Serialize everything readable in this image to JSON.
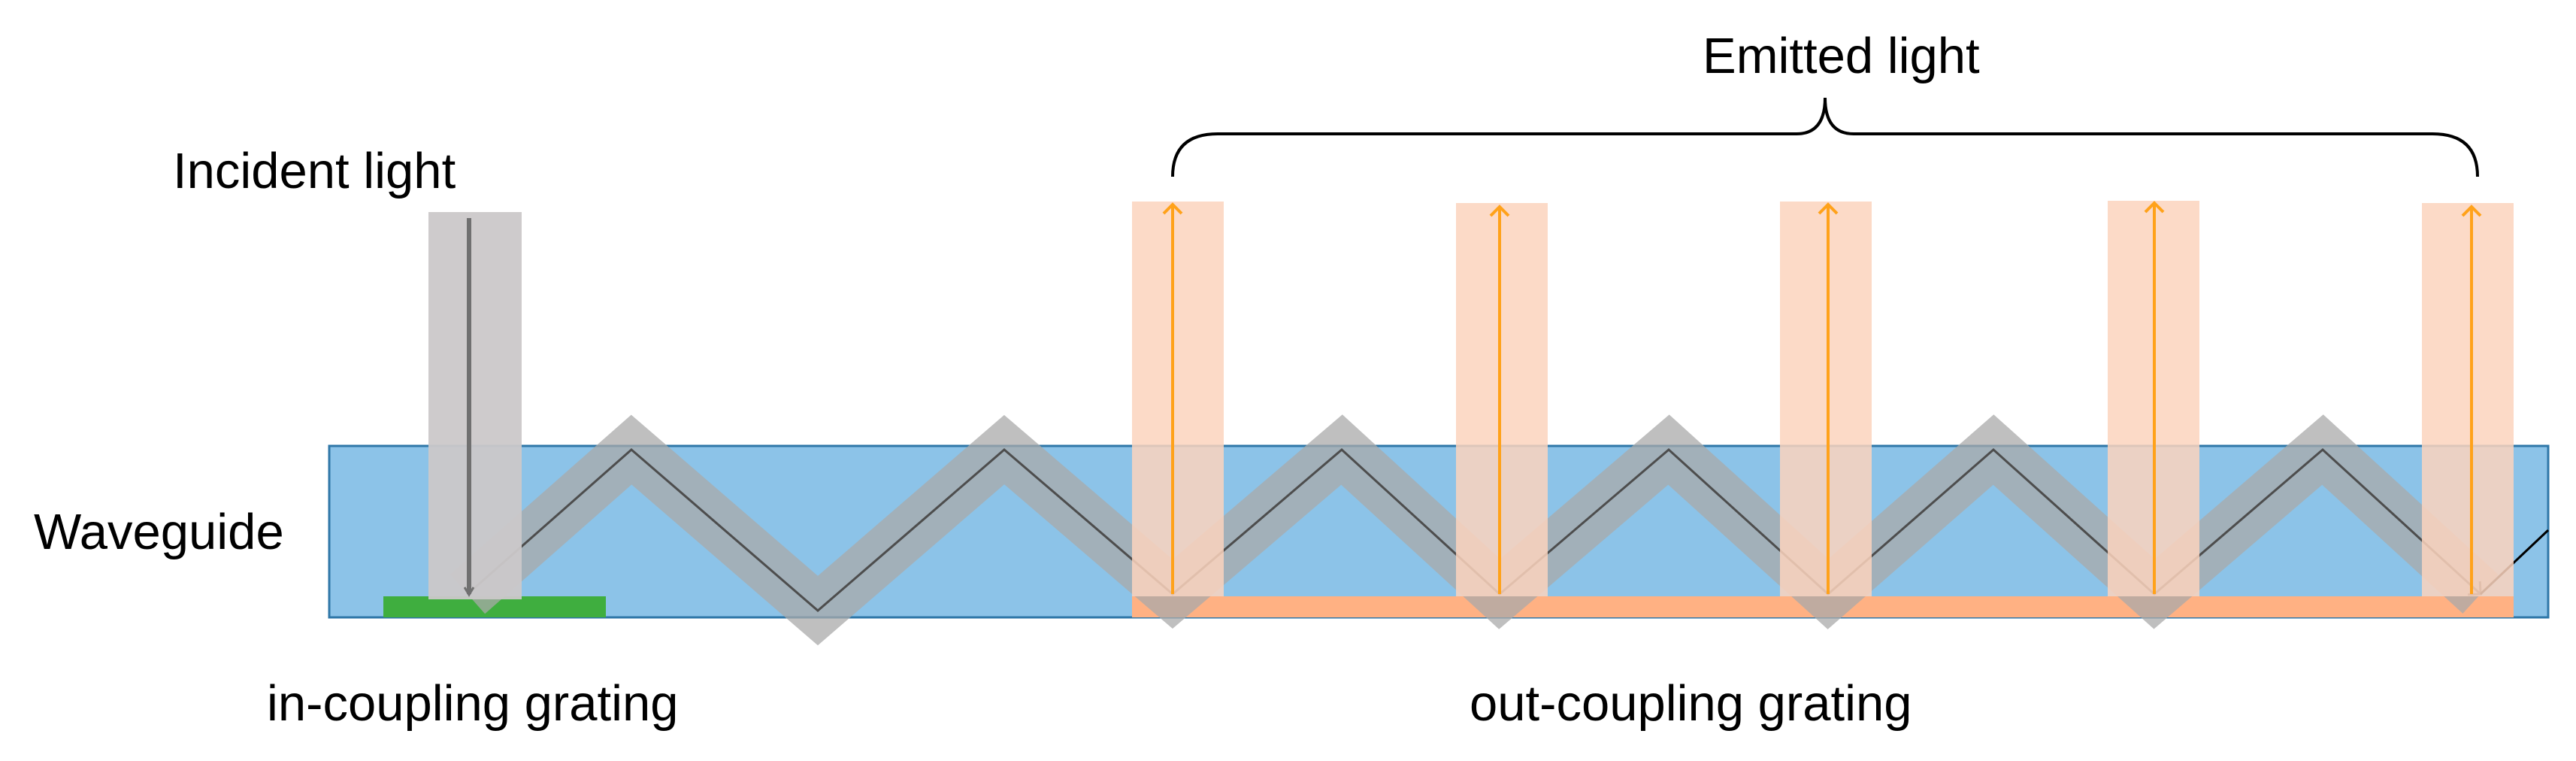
{
  "labels": {
    "emitted_light": "Emitted light",
    "incident_light": "Incident light",
    "waveguide": "Waveguide",
    "in_coupling_grating": "in-coupling grating",
    "out_coupling_grating": "out-coupling grating"
  },
  "colors": {
    "waveguide_fill": "#8cc3e8",
    "waveguide_border": "#2f77a8",
    "in_coupling_grating": "#3fae3f",
    "out_coupling_grating": "#ffb183",
    "emitted_beam_fill": "#fbd3bd",
    "emitted_arrow": "#ffa21a",
    "incident_beam_fill": "#cbc8c9",
    "incident_arrow": "#707070",
    "guided_beam_fill": "#a9a9a9",
    "guided_ray": "#4d4d4d"
  },
  "diagram": {
    "emitted_beam_count": 5,
    "guided_reflection_count": 12
  }
}
